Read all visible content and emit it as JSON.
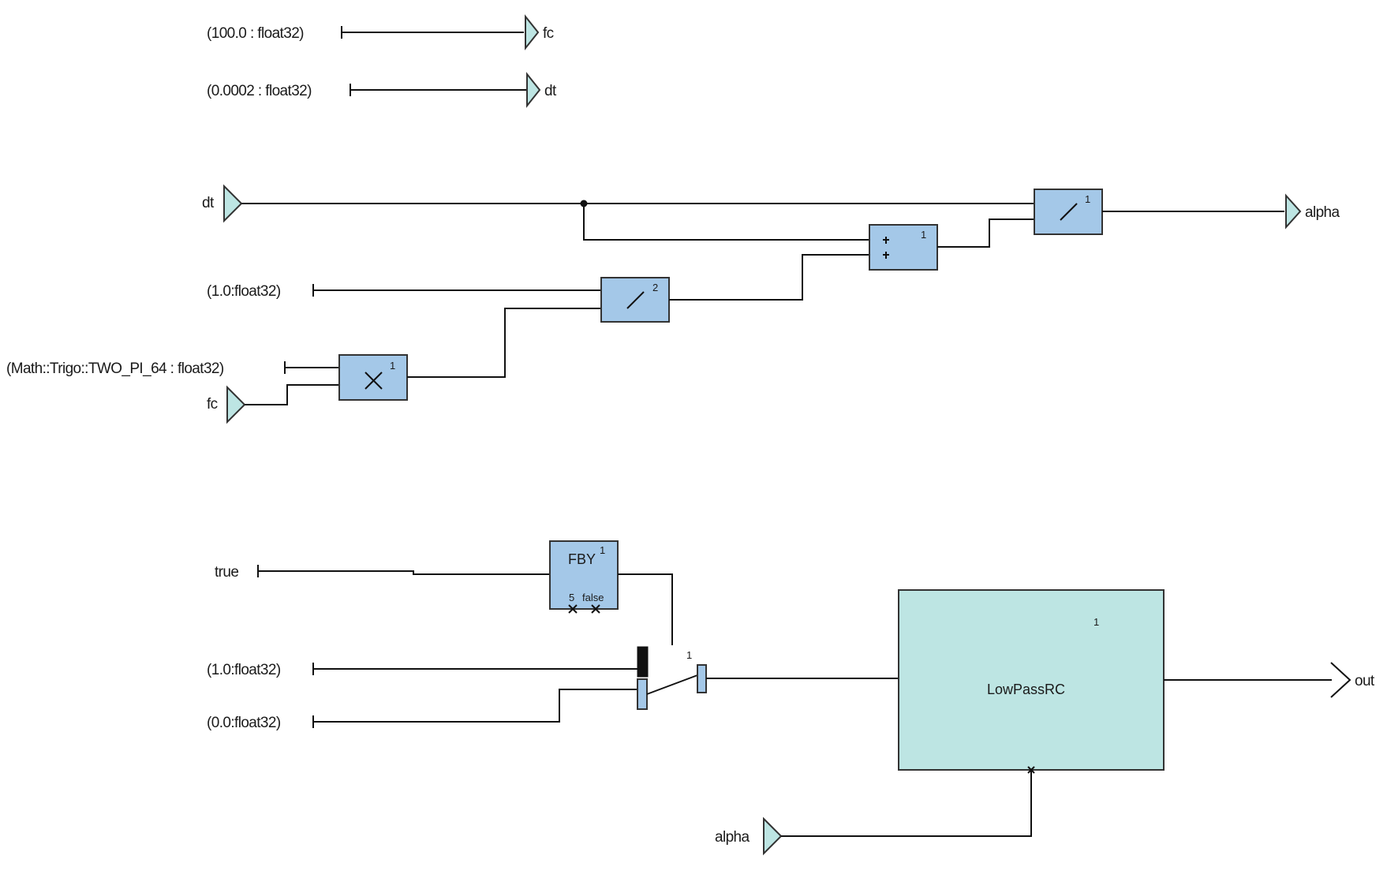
{
  "colors": {
    "operator_fill": "#a4c8e8",
    "port_fill": "#bde5e3",
    "node_fill": "#bde5e3",
    "wire": "#111111"
  },
  "equation1": {
    "const_fc": "(100.0 : float32)",
    "out_fc": "fc",
    "const_dt": "(0.0002 : float32)",
    "out_dt": "dt"
  },
  "equation2": {
    "in_dt": "dt",
    "const_one": "(1.0:float32)",
    "const_two_pi": "(Math::Trigo::TWO_PI_64 : float32)",
    "in_fc": "fc",
    "times_index": "1",
    "div2_index": "2",
    "plus_index": "1",
    "div1_index": "1",
    "out_alpha": "alpha",
    "operators": [
      "times-icon",
      "divide-icon",
      "plus-icon",
      "divide-icon"
    ]
  },
  "equation3": {
    "const_true": "true",
    "fby_label": "FBY",
    "fby_index": "1",
    "fby_delay": "5",
    "fby_init": "false",
    "const_one": "(1.0:float32)",
    "const_zero": "(0.0:float32)",
    "switch_index": "1",
    "node_name": "LowPassRC",
    "node_index": "1",
    "in_alpha": "alpha",
    "out_label": "out"
  }
}
